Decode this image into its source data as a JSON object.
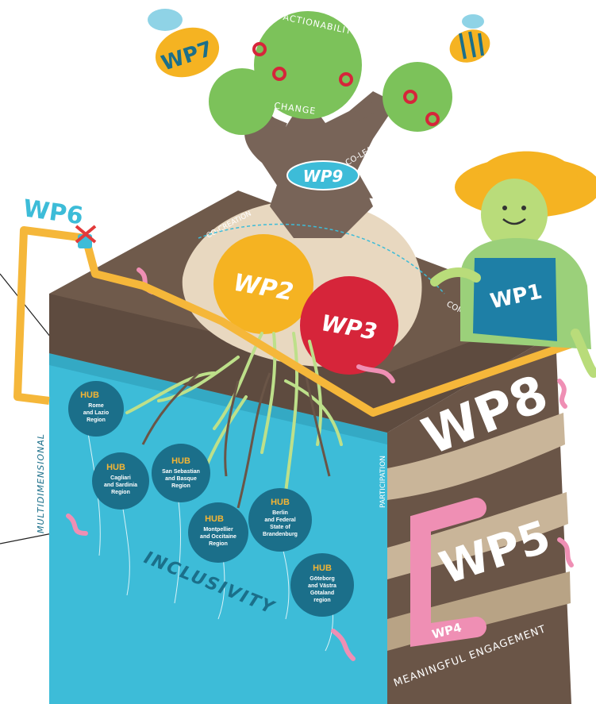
{
  "labels": {
    "wp1": "WP1",
    "wp2": "WP2",
    "wp3": "WP3",
    "wp4": "WP4",
    "wp5": "WP5",
    "wp6": "WP6",
    "wp7": "WP7",
    "wp8": "WP8",
    "wp9": "WP9"
  },
  "concepts": {
    "actionability": "ACTIONABILITY",
    "change": "CHANGE",
    "co_learning": "CO-LEARNING",
    "co_creation": "CO-CREATION",
    "communication": "COMMUNICATION",
    "participation": "PARTICIPATION",
    "multidimensional": "MULTIDIMENSIONAL",
    "inclusivity": "INCLUSIVITY",
    "meaningful_engagement": "MEANINGFUL ENGAGEMENT"
  },
  "hubs": [
    {
      "title": "HUB",
      "lines": [
        "Rome",
        "and Lazio",
        "Region"
      ]
    },
    {
      "title": "HUB",
      "lines": [
        "Cagliari",
        "and Sardinia",
        "Region"
      ]
    },
    {
      "title": "HUB",
      "lines": [
        "San Sebastian",
        "and Basque",
        "Region"
      ]
    },
    {
      "title": "HUB",
      "lines": [
        "Montpellier",
        "and Occitaine",
        "Region"
      ]
    },
    {
      "title": "HUB",
      "lines": [
        "Berlin",
        "and Federal",
        "State of",
        "Brandenburg"
      ]
    },
    {
      "title": "HUB",
      "lines": [
        "Göteborg",
        "and Västra",
        "Götaland",
        "region"
      ]
    }
  ],
  "colors": {
    "soil_brown": "#6f5a4b",
    "water_blue": "#3dbcd8",
    "pipe_orange": "#f5b73a",
    "hub_teal": "#1b6f8a",
    "wp2_orange": "#f5b322",
    "wp3_red": "#d6253a",
    "foliage_green": "#7cc25a",
    "worm_pink": "#ef8fb4"
  }
}
